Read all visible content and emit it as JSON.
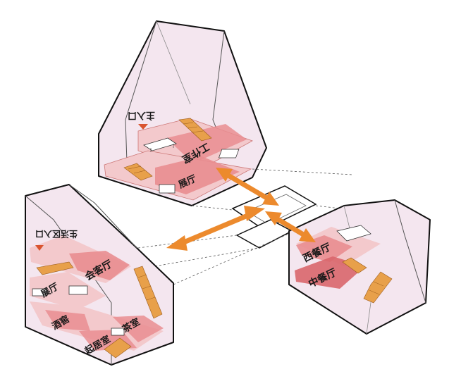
{
  "colors": {
    "volume_fill": "#f4e6ef",
    "volume_stroke": "#111111",
    "floor_light": "#f3c9cc",
    "floor_red": "#e98d90",
    "floor_dark": "#d9666c",
    "stair": "#e8a04a",
    "arrow": "#ec8a2d",
    "connector": "#ffffff"
  },
  "icons": [
    "entrance-marker-icon",
    "double-arrow-icon",
    "stair-icon",
    "table-icon"
  ],
  "volumes": {
    "top": {
      "entrance": "主入口",
      "rooms": [
        "工作室",
        "展厅"
      ]
    },
    "left": {
      "entrance": "生活区入口",
      "rooms": [
        "会客厅",
        "展厅",
        "酒窖",
        "茶室",
        "起居室"
      ]
    },
    "right": {
      "rooms": [
        "西餐厅",
        "中餐厅"
      ]
    }
  }
}
